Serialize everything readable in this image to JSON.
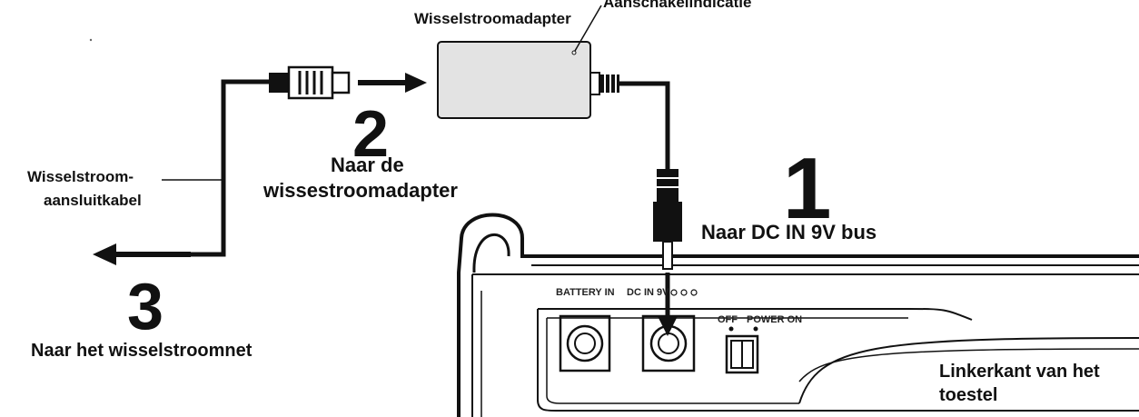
{
  "labels": {
    "power_indicator": "Aanschakelindicatie",
    "ac_adapter": "Wisselstroomadapter",
    "step2_number": "2",
    "step2_text_line1": "Naar de",
    "step2_text_line2": "wissestroomadapter",
    "ac_cable_line1": "Wisselstroom-",
    "ac_cable_line2": "aansluitkabel",
    "step3_number": "3",
    "step3_text": "Naar het wisselstroomnet",
    "step1_number": "1",
    "step1_text": "Naar DC IN 9V bus",
    "device_side_line1": "Linkerkant van het",
    "device_side_line2": "toestel"
  },
  "panel": {
    "battery_in": "BATTERY IN",
    "dc_in": "DC IN 9V",
    "off": "OFF",
    "power_on": "POWER ON"
  }
}
